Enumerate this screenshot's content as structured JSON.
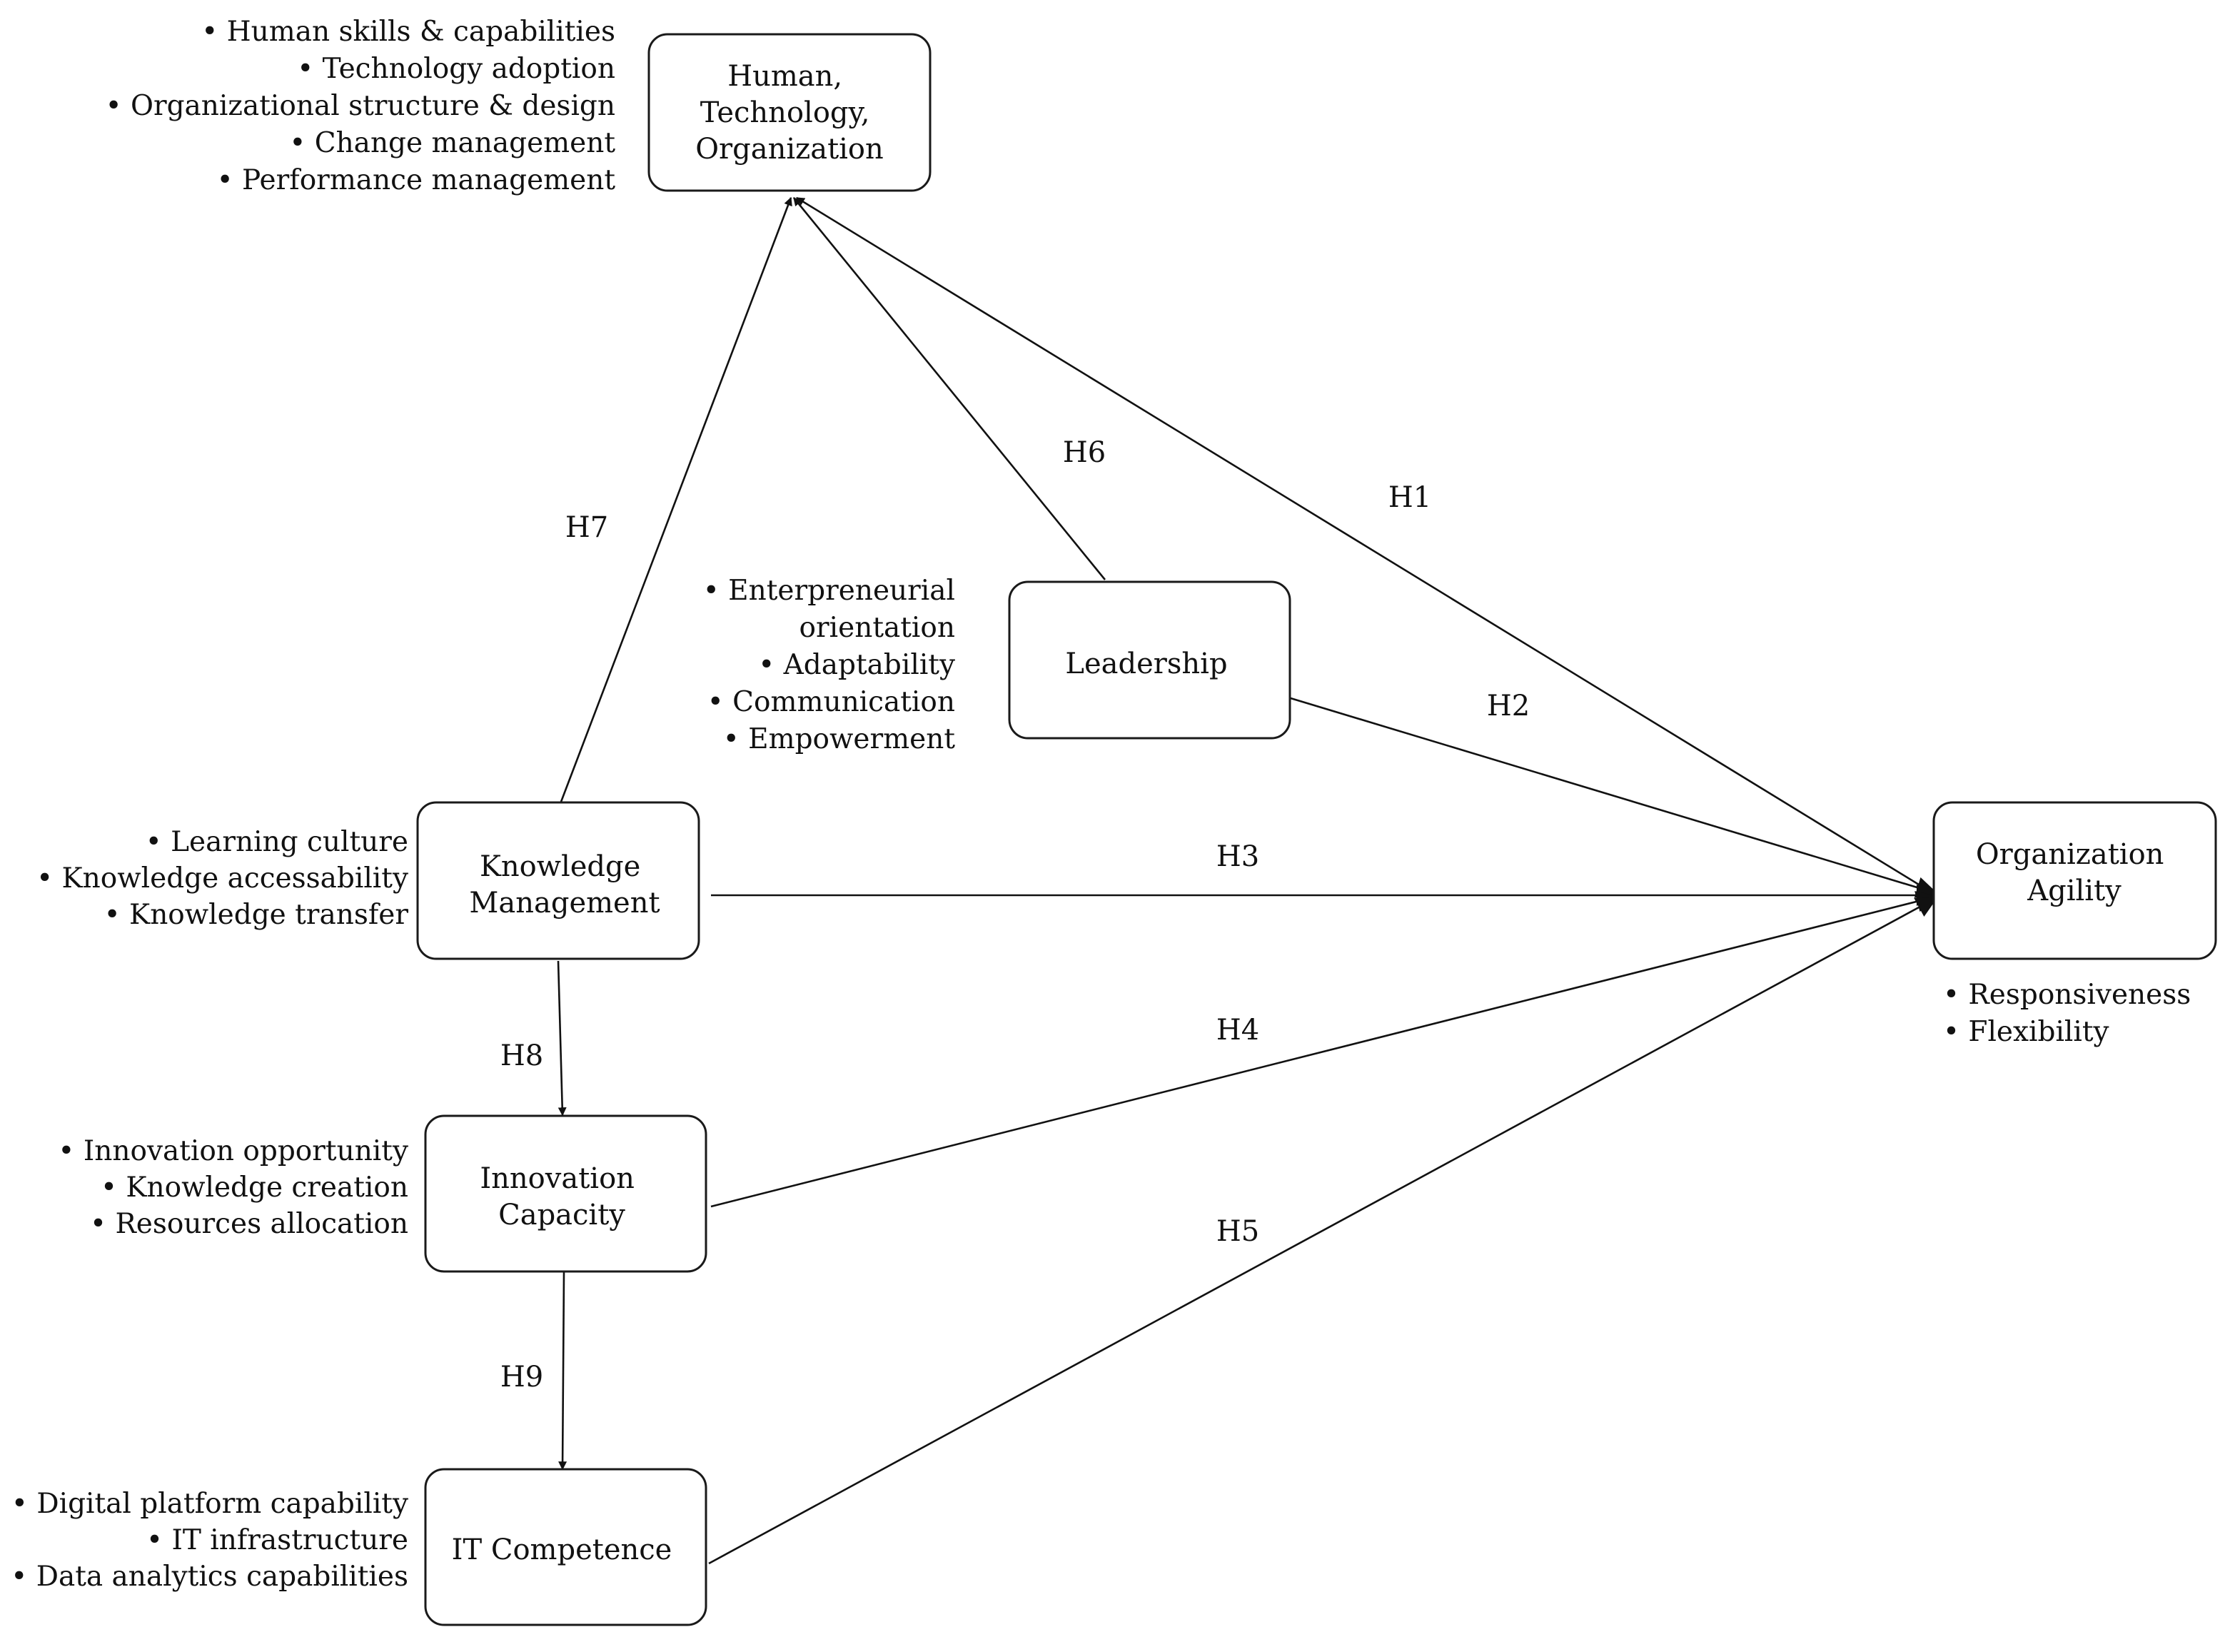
{
  "nodes": {
    "hto": {
      "lines": [
        "Human,",
        "Technology,",
        "Organization"
      ]
    },
    "leadership": {
      "lines": [
        "Leadership"
      ]
    },
    "km": {
      "lines": [
        "Knowledge",
        "Management"
      ]
    },
    "oa": {
      "lines": [
        "Organization",
        "Agility"
      ]
    },
    "ic": {
      "lines": [
        "Innovation",
        "Capacity"
      ]
    },
    "itc": {
      "lines": [
        "IT Competence"
      ]
    }
  },
  "bullets": {
    "hto": [
      "Human skills & capabilities",
      "Technology adoption",
      "Organizational structure & design",
      "Change management",
      "Performance management"
    ],
    "leadership": [
      "Enterpreneurial",
      "orientation",
      "Adaptability",
      "Communication",
      "Empowerment"
    ],
    "km": [
      "Learning culture",
      "Knowledge accessability",
      "Knowledge transfer"
    ],
    "oa": [
      "Responsiveness",
      "Flexibility"
    ],
    "ic": [
      "Innovation opportunity",
      "Knowledge creation",
      "Resources allocation"
    ],
    "itc": [
      "Digital platform capability",
      "IT infrastructure",
      "Data analytics capabilities"
    ]
  },
  "edges": {
    "h1": "H1",
    "h2": "H2",
    "h3": "H3",
    "h4": "H4",
    "h5": "H5",
    "h6": "H6",
    "h7": "H7",
    "h8": "H8",
    "h9": "H9"
  },
  "bullet_glyph": "•"
}
